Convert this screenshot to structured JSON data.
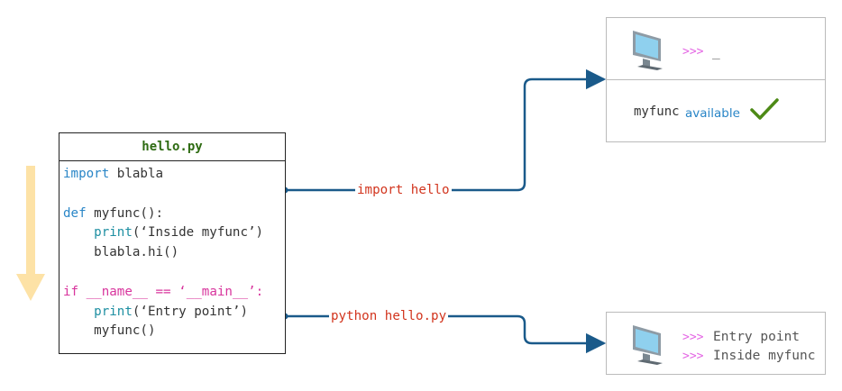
{
  "file": {
    "title": "hello.py",
    "lines": {
      "l1_kw": "import",
      "l1_rest": " blabla",
      "l3_kw": "def",
      "l3_rest": " myfunc():",
      "l4_indent": "    ",
      "l4_fn": "print",
      "l4_rest": "(‘Inside myfunc’)",
      "l5": "    blabla.hi()",
      "l7_kw": "if",
      "l7_name": " __name__ ",
      "l7_eq": "==",
      "l7_main": " ‘__main__’:",
      "l8_indent": "    ",
      "l8_fn": "print",
      "l8_rest": "(‘Entry point’)",
      "l9": "    myfunc()"
    }
  },
  "edges": {
    "import_label": "import hello",
    "run_label": "python hello.py"
  },
  "terminal_import": {
    "prompt": ">>>",
    "cursor": "_",
    "func_name": "myfunc",
    "status": "available"
  },
  "terminal_run": {
    "prompts": [
      ">>>",
      ">>>"
    ],
    "lines": [
      "Entry point",
      "Inside myfunc"
    ]
  },
  "colors": {
    "arrow": "#1a5a8a",
    "execution_arrow": "#fde0a0",
    "check": "#4d8a16",
    "available": "#2a86c7"
  }
}
